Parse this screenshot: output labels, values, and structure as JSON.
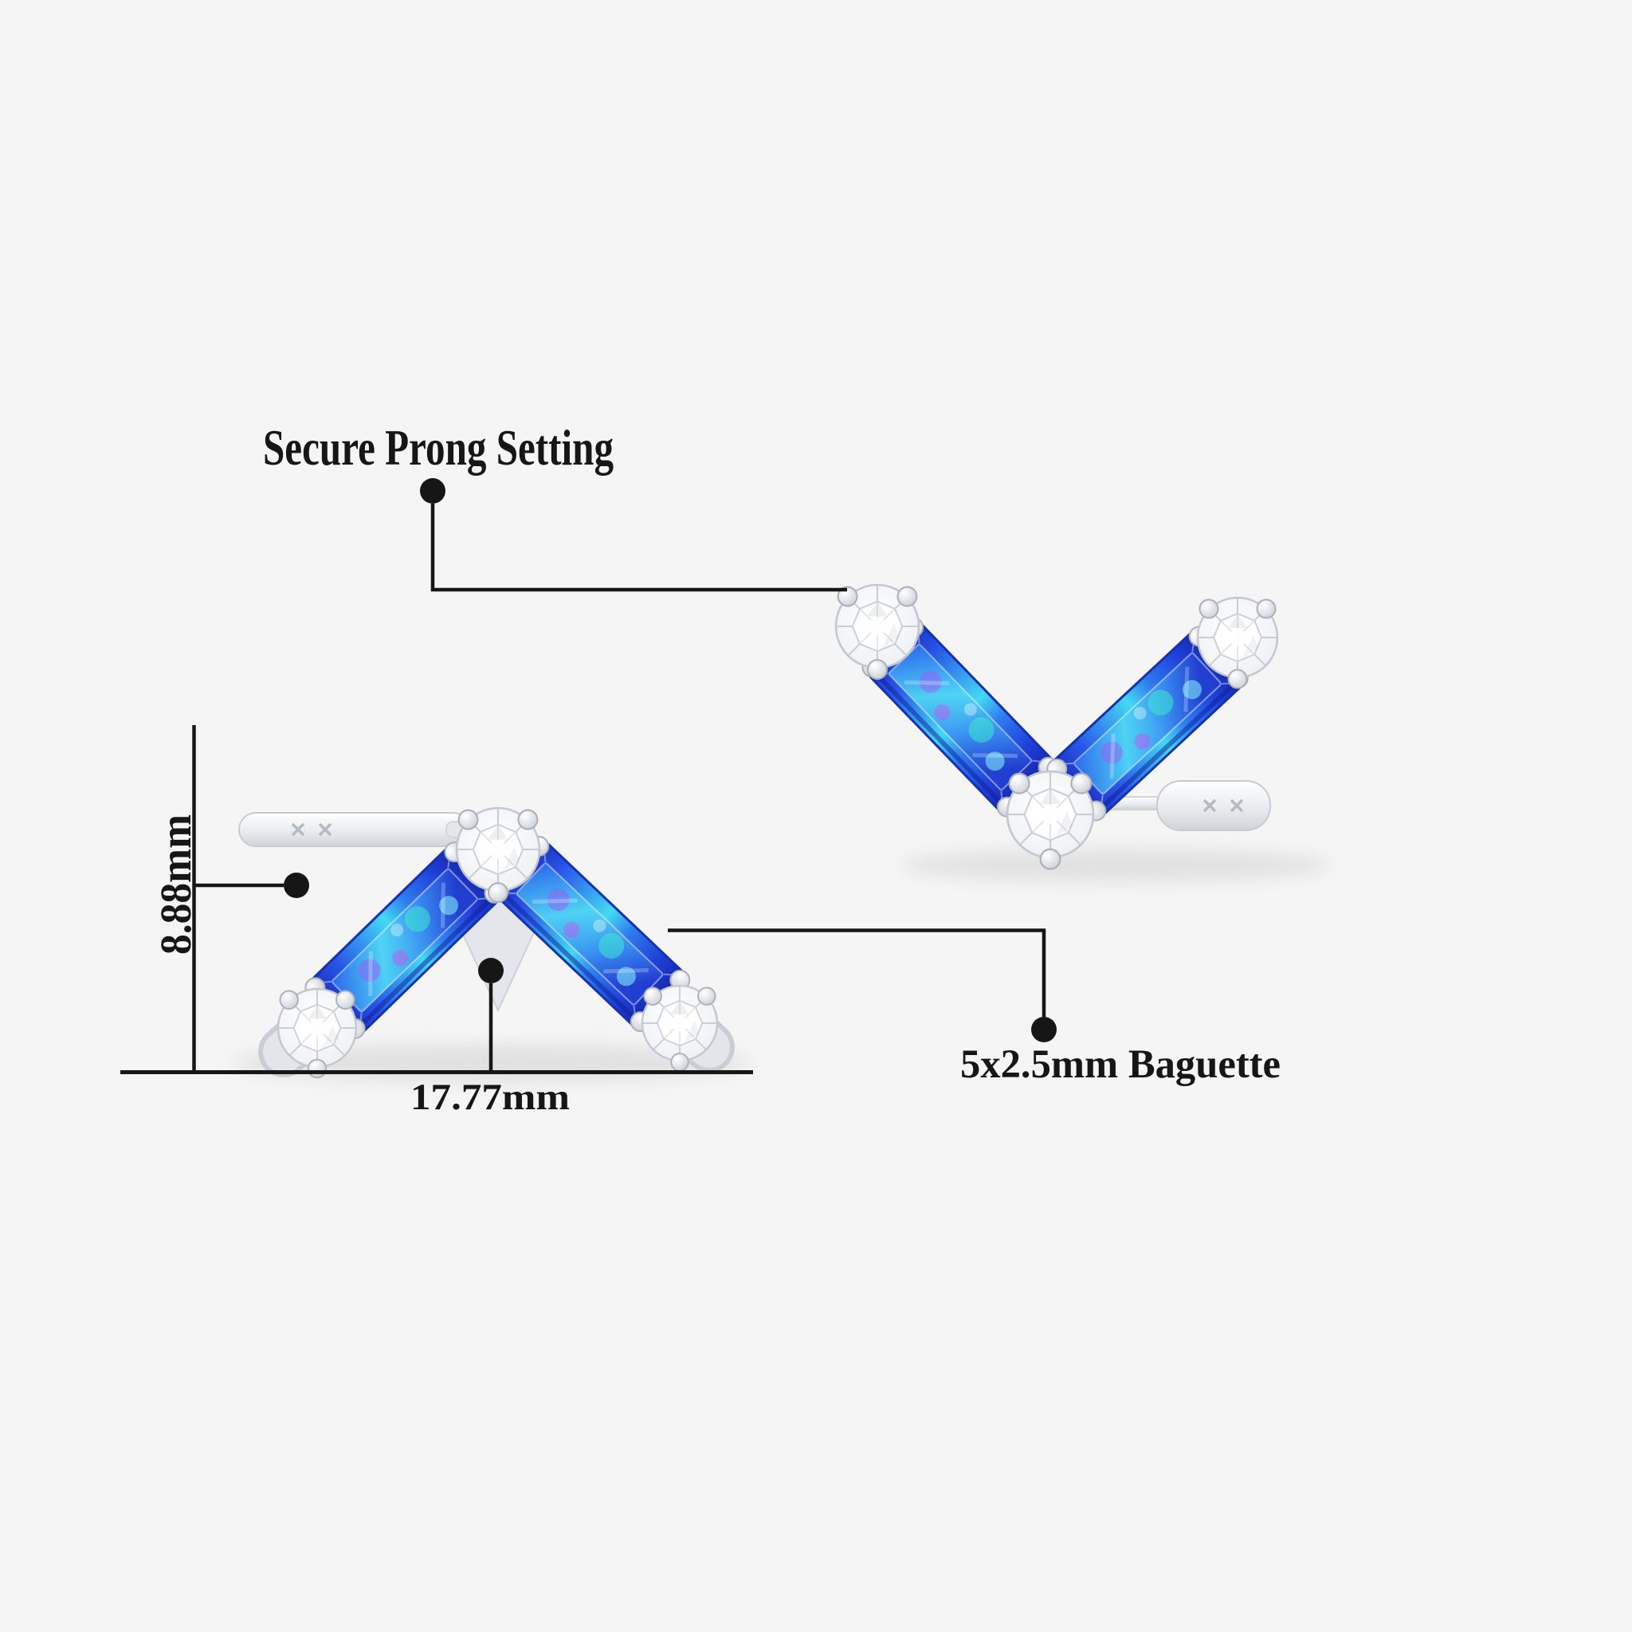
{
  "annotations": {
    "prong": {
      "label": "Secure Prong Setting"
    },
    "height": {
      "label": "8.88mm"
    },
    "width": {
      "label": "17.77mm"
    },
    "baguette": {
      "label": "5x2.5mm Baguette"
    }
  },
  "colors": {
    "background": "#f5f5f6",
    "ink": "#161616",
    "metal_light": "#ffffff",
    "metal_mid": "#dfe3e8",
    "metal_dark": "#c9ced5",
    "opal_deep": "#1b2fc0",
    "opal_blue": "#2857e8",
    "opal_sky": "#38a8f0",
    "opal_cyan": "#45d9f2",
    "opal_violet": "#9b5cf2",
    "opal_magenta": "#d14df0"
  }
}
